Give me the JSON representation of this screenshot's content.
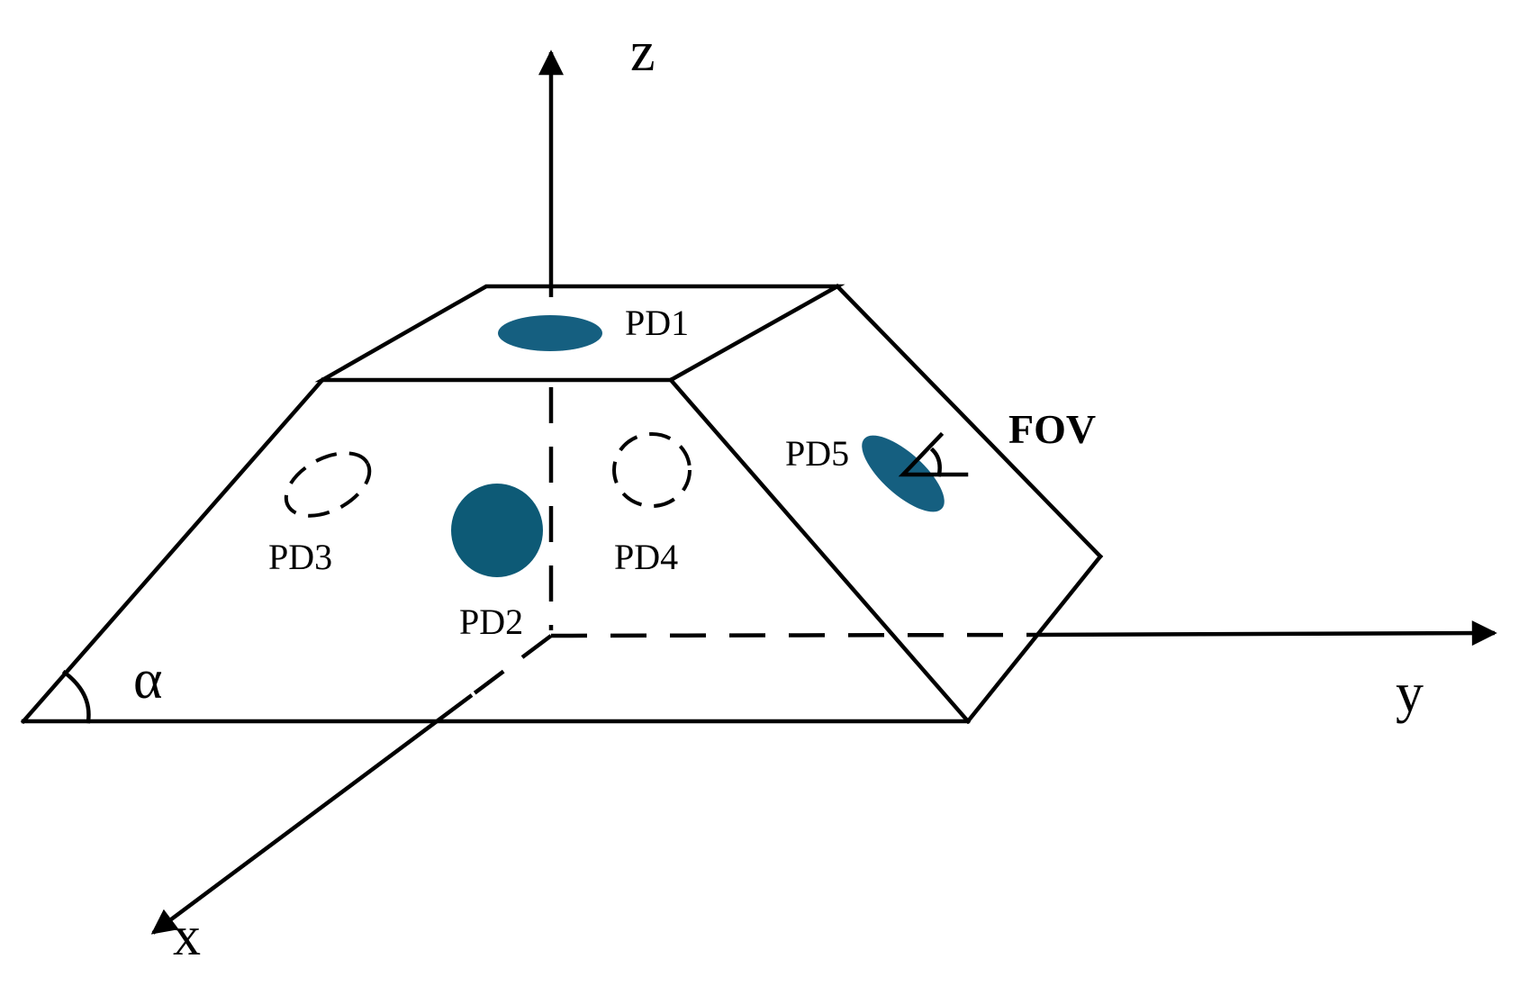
{
  "diagram": {
    "axes": {
      "z": "z",
      "y": "y",
      "x": "x"
    },
    "angle_label": "α",
    "fov_label": "FOV",
    "detectors": [
      {
        "id": "pd1",
        "label": "PD1",
        "style": "filled"
      },
      {
        "id": "pd2",
        "label": "PD2",
        "style": "filled"
      },
      {
        "id": "pd3",
        "label": "PD3",
        "style": "dashed"
      },
      {
        "id": "pd4",
        "label": "PD4",
        "style": "dashed"
      },
      {
        "id": "pd5",
        "label": "PD5",
        "style": "filled"
      }
    ],
    "colors": {
      "detector_fill": "#155f80",
      "detector_front": "#0d5a76",
      "line": "#000000"
    }
  }
}
